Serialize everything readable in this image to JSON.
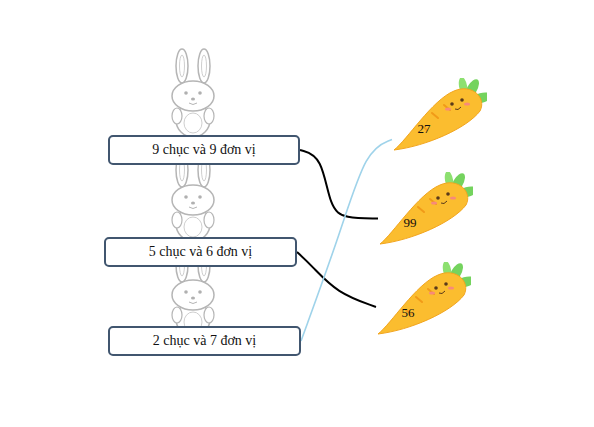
{
  "diagram": {
    "nodes": [
      {
        "text": [
          "9 chục và 9 đơn vị"
        ]
      },
      {
        "text": [
          "5 chục và 6 đơn vị"
        ]
      },
      {
        "text": [
          "2 chục và 7 đơn vị"
        ]
      },
      {
        "text": [
          "27"
        ]
      },
      {
        "text": [
          "99"
        ]
      },
      {
        "text": [
          "56"
        ]
      }
    ],
    "edges": [
      {
        "from": 0,
        "to": 4,
        "arrow": "none"
      },
      {
        "from": 1,
        "to": 5,
        "arrow": "none"
      },
      {
        "from": 2,
        "to": 3,
        "arrow": "none"
      }
    ]
  }
}
